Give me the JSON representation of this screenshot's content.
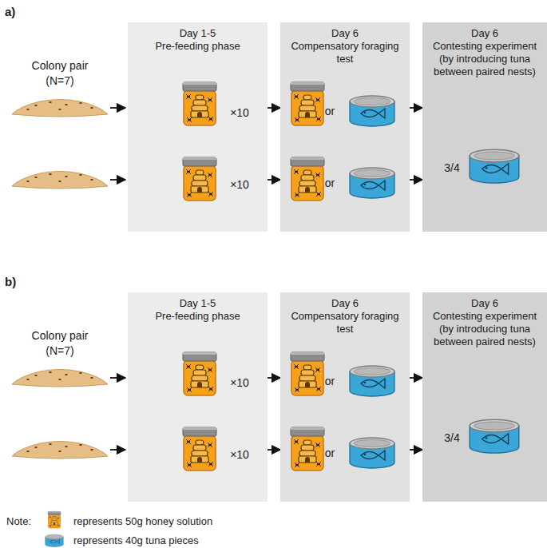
{
  "diagram": {
    "nodes": [
      {
        "text": [
          "Day 1-5",
          "Pre-feeding phase"
        ]
      },
      {
        "text": [
          "Day 6",
          "Compensatory foraging test"
        ]
      },
      {
        "text": [
          "Day 6",
          "Contesting experiment",
          "(by introducing tuna between paired nests)"
        ]
      },
      {
        "text": [
          "Day 1-5",
          "Pre-feeding phase"
        ]
      },
      {
        "text": [
          "Day 6",
          "Compensatory foraging test"
        ]
      },
      {
        "text": [
          "Day 6",
          "Contesting experiment",
          "(by introducing tuna between paired nests)"
        ]
      }
    ],
    "edges": [
      {
        "from": 0,
        "to": 1,
        "arrow": "to"
      },
      {
        "from": 0,
        "to": 1,
        "arrow": "to"
      },
      {
        "from": 1,
        "to": 2,
        "arrow": "to"
      },
      {
        "from": 1,
        "to": 2,
        "arrow": "to"
      },
      {
        "from": 3,
        "to": 4,
        "arrow": "to"
      },
      {
        "from": 3,
        "to": 4,
        "arrow": "to"
      },
      {
        "from": 4,
        "to": 5,
        "arrow": "to"
      },
      {
        "from": 4,
        "to": 5,
        "arrow": "to"
      }
    ],
    "labels": [
      "a)",
      "Colony pair",
      "(N=7)",
      "×10",
      "×10",
      "or",
      "or",
      "3/4",
      "b)",
      "Colony pair",
      "(N=7)",
      "×10",
      "×10",
      "or",
      "or",
      "3/4",
      "Note:"
    ],
    "legend": [
      {
        "text": "represents 50g honey solution"
      },
      {
        "text": "represents 40g tuna pieces"
      }
    ]
  }
}
